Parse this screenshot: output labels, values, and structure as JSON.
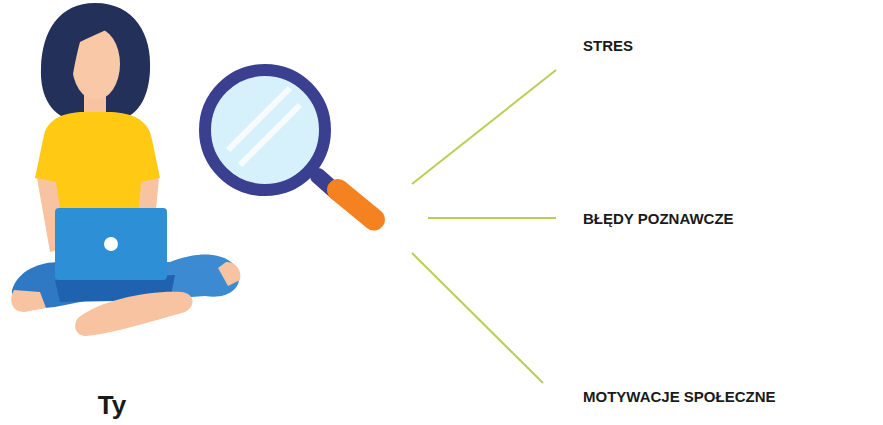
{
  "diagram": {
    "labels": [
      "STRES",
      "BŁĘDY POZNAWCZE",
      "MOTYWACJE SPOŁECZNE",
      "Ty"
    ]
  }
}
